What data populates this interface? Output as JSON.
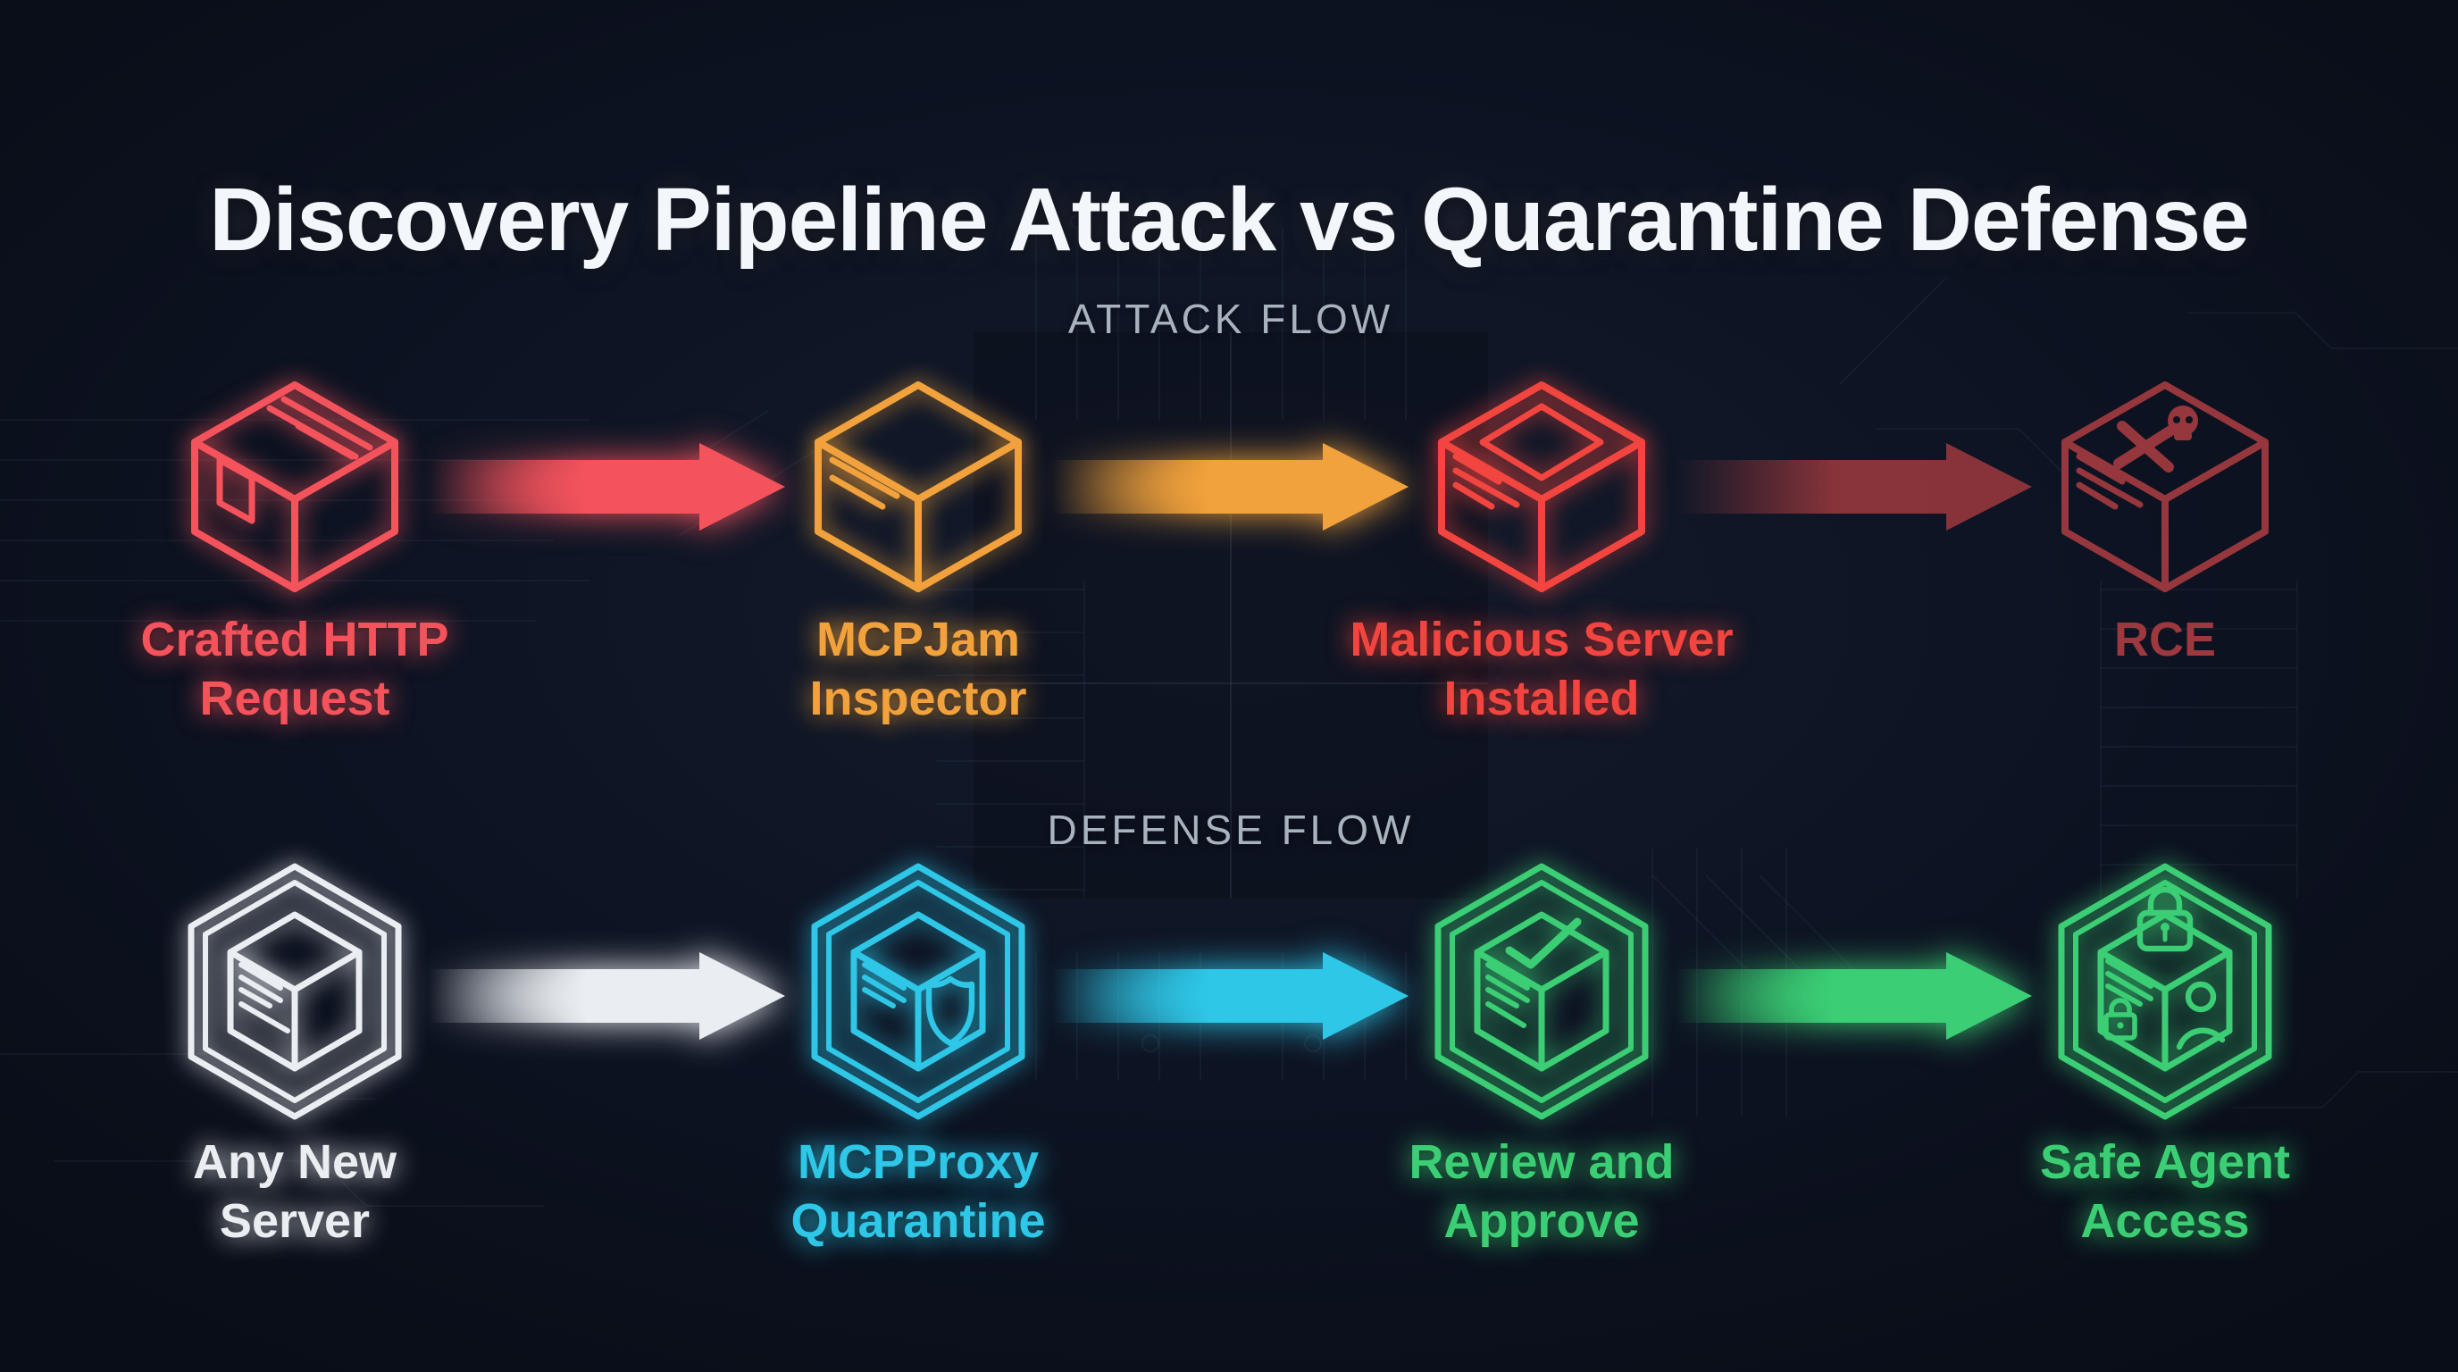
{
  "title": "Discovery Pipeline Attack vs Quarantine Defense",
  "background_color": "#0d1322",
  "attack": {
    "flow_label": "ATTACK FLOW",
    "nodes": [
      {
        "name": "crafted-http-request",
        "icon": "package-box-icon",
        "label_line1": "Crafted HTTP",
        "label_line2": "Request",
        "color": "#f4535c"
      },
      {
        "name": "mcpjam-inspector",
        "icon": "cube-box-icon",
        "label_line1": "MCPJam",
        "label_line2": "Inspector",
        "color": "#f2a23c"
      },
      {
        "name": "malicious-server-installed",
        "icon": "lidded-box-icon",
        "label_line1": "Malicious Server",
        "label_line2": "Installed",
        "color": "#f2453f"
      },
      {
        "name": "rce",
        "icon": "skull-crossbones-box-icon",
        "label_line1": "RCE",
        "label_line2": "",
        "color": "#9d393e"
      }
    ],
    "arrows": [
      {
        "name": "attack-arrow-1",
        "color": "#f4535c"
      },
      {
        "name": "attack-arrow-2",
        "color": "#f2a23c"
      },
      {
        "name": "attack-arrow-3",
        "color": "#8e353b"
      }
    ]
  },
  "defense": {
    "flow_label": "DEFENSE FLOW",
    "nodes": [
      {
        "name": "any-new-server",
        "icon": "hexagon-cube-icon",
        "label_line1": "Any New",
        "label_line2": "Server",
        "color": "#eaeef2"
      },
      {
        "name": "mcpproxy-quarantine",
        "icon": "hexagon-shield-cube-icon",
        "label_line1": "MCPProxy",
        "label_line2": "Quarantine",
        "color": "#2fc7e7"
      },
      {
        "name": "review-and-approve",
        "icon": "hexagon-check-cube-icon",
        "label_line1": "Review and",
        "label_line2": "Approve",
        "color": "#3bce75"
      },
      {
        "name": "safe-agent-access",
        "icon": "hexagon-lock-user-cube-icon",
        "label_line1": "Safe Agent",
        "label_line2": "Access",
        "color": "#3bce75"
      }
    ],
    "arrows": [
      {
        "name": "defense-arrow-1",
        "color": "#eaeef2"
      },
      {
        "name": "defense-arrow-2",
        "color": "#2fc7e7"
      },
      {
        "name": "defense-arrow-3",
        "color": "#3bce75"
      }
    ]
  }
}
